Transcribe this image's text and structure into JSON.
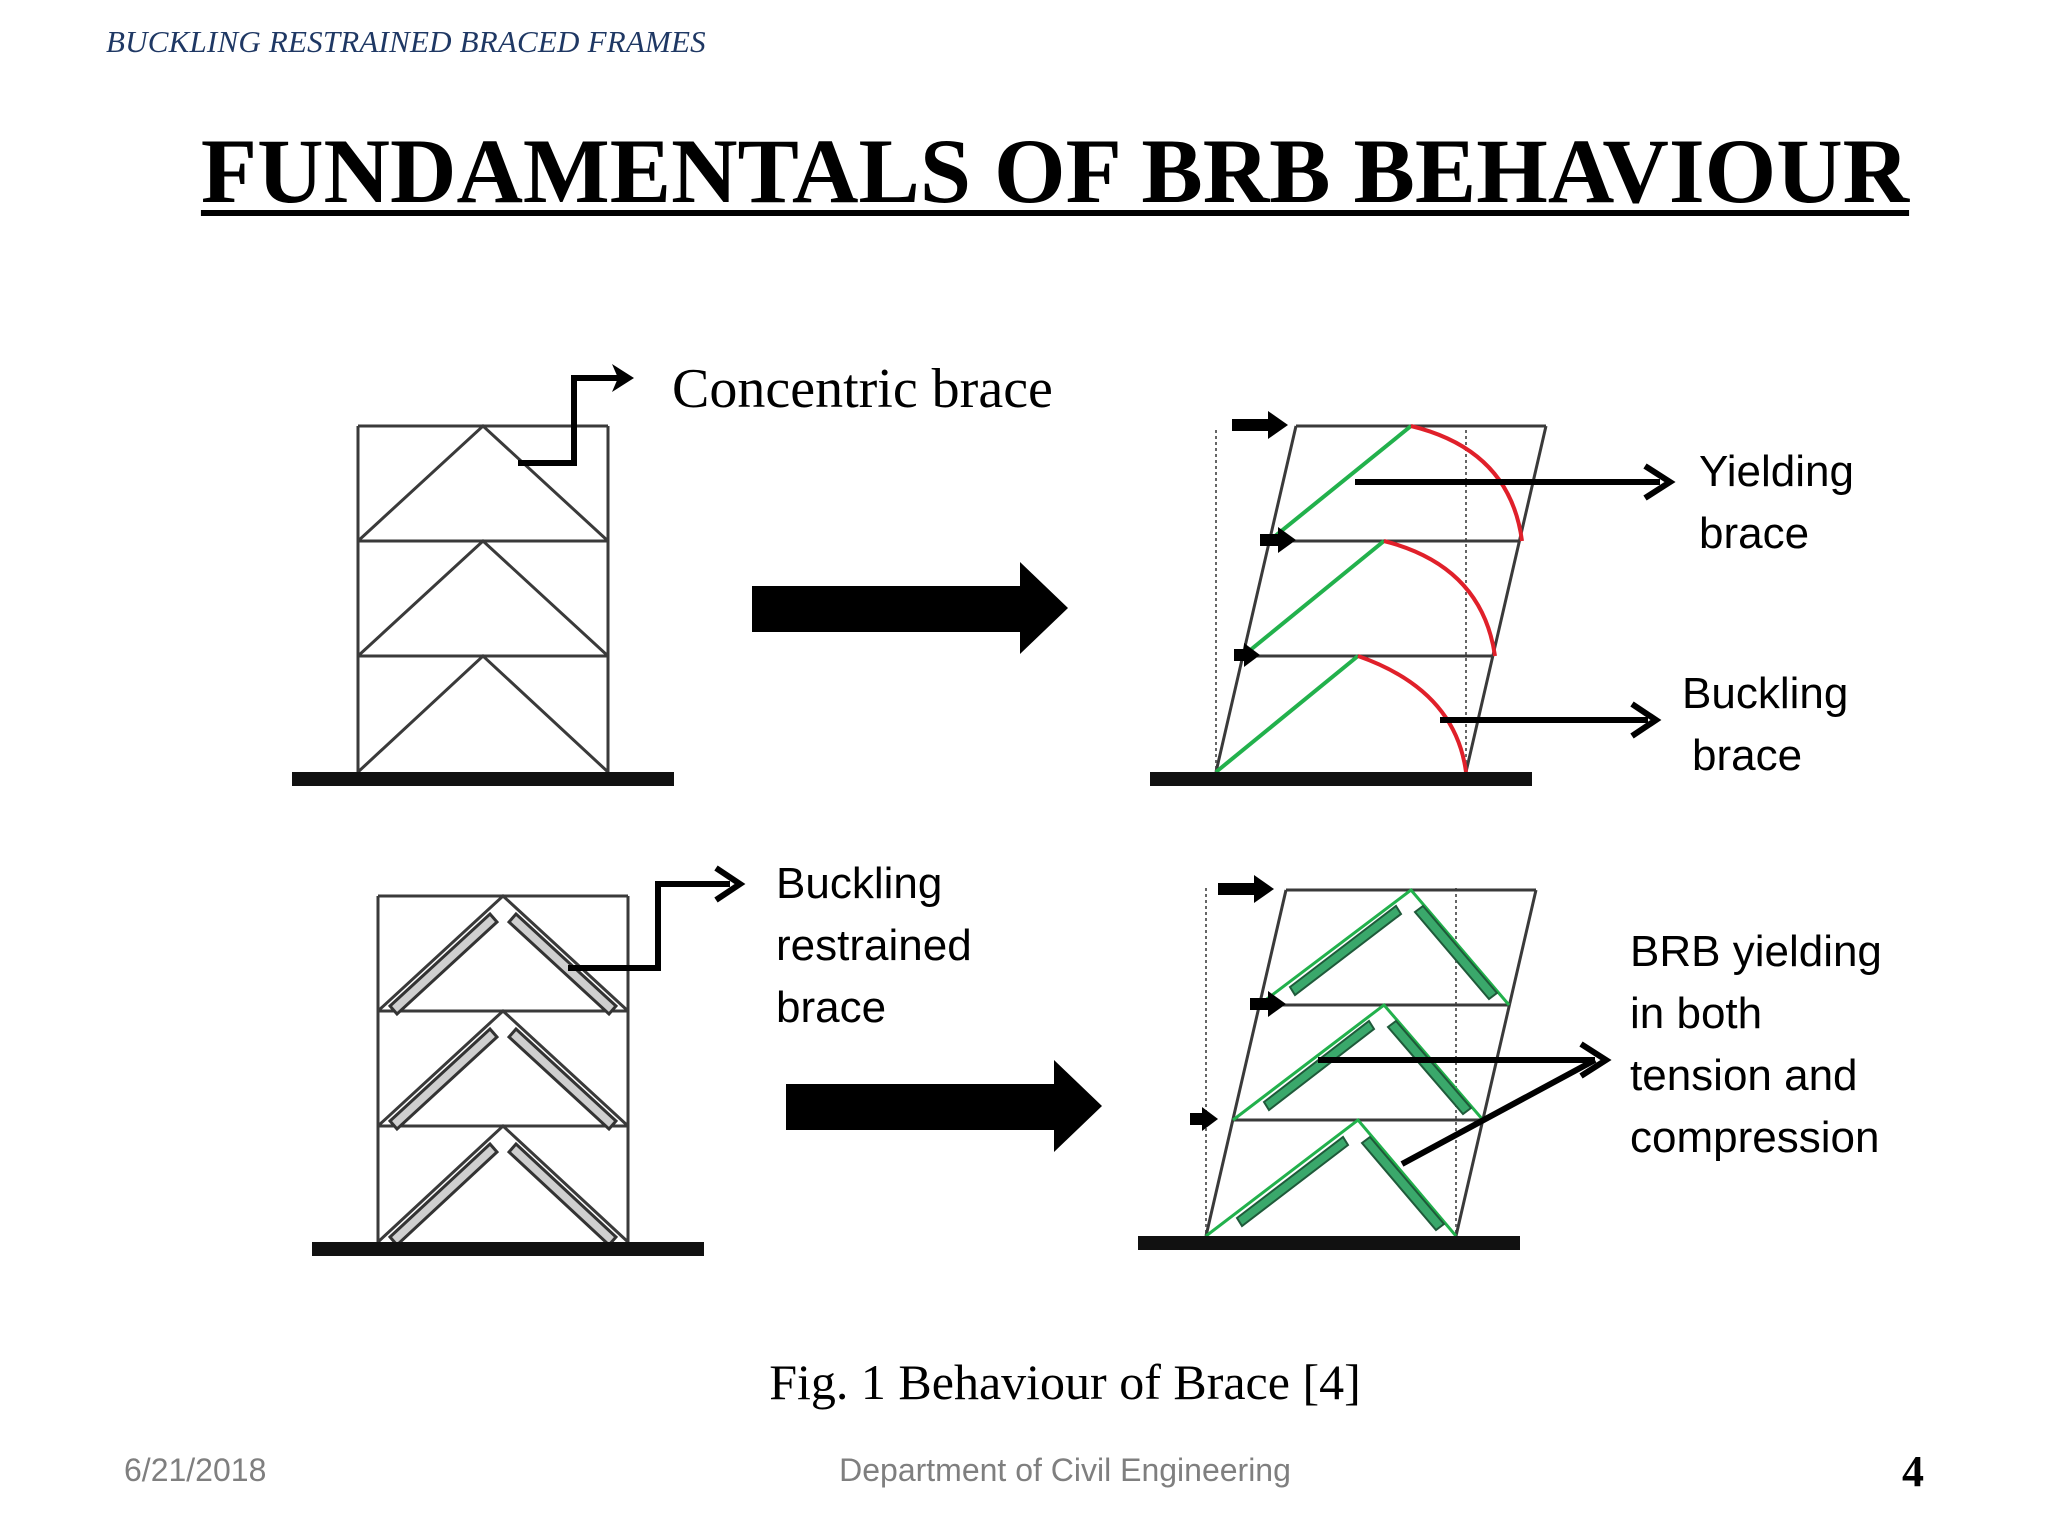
{
  "header": {
    "running_title": "BUCKLING RESTRAINED BRACED FRAMES"
  },
  "slide": {
    "title": "FUNDAMENTALS OF BRB BEHAVIOUR"
  },
  "diagram": {
    "labels": {
      "concentric_brace": "Concentric brace",
      "yielding_brace": [
        "Yielding",
        "brace"
      ],
      "buckling_brace": [
        "Buckling",
        "brace"
      ],
      "buckling_restrained_brace": [
        "Buckling",
        "restrained",
        "brace"
      ],
      "brb_yielding": [
        "BRB yielding",
        "in both",
        "tension and",
        "compression"
      ]
    },
    "colors": {
      "frame": "#3a3a3a",
      "tension_brace": "#22b14c",
      "buckled_brace": "#e0202a",
      "brb_fill": "#3aa86b",
      "arrow": "#000000"
    }
  },
  "caption": "Fig. 1 Behaviour of Brace  [4]",
  "footer": {
    "date": "6/21/2018",
    "department": "Department of Civil Engineering",
    "page_number": "4"
  }
}
